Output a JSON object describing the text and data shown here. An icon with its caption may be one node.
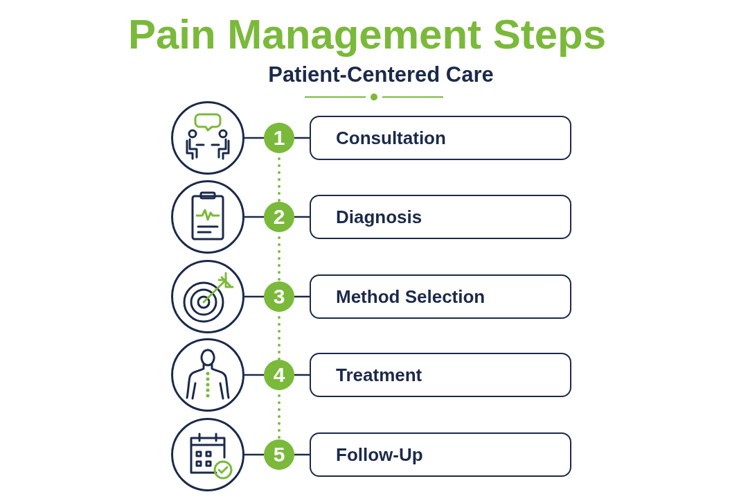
{
  "diagram": {
    "title": "Pain Management Steps",
    "nodes": [
      {
        "text": [],
        "shape": "circle"
      },
      {
        "text": [
          "1"
        ]
      },
      {
        "text": [
          "Consultation"
        ]
      },
      {
        "text": [],
        "shape": "circle"
      },
      {
        "text": [
          "2"
        ]
      },
      {
        "text": [
          "Diagnosis"
        ]
      },
      {
        "text": [],
        "shape": "circle"
      },
      {
        "text": [
          "3"
        ]
      },
      {
        "text": [
          "Method Selection"
        ]
      },
      {
        "text": [],
        "shape": "circle"
      },
      {
        "text": [
          "4"
        ]
      },
      {
        "text": [
          "Treatment"
        ]
      },
      {
        "text": [],
        "shape": "circle"
      },
      {
        "text": [
          "5"
        ]
      },
      {
        "text": [
          "Follow-Up"
        ]
      }
    ],
    "edges": [
      {
        "from": 0,
        "to": 1,
        "arrow": "none"
      },
      {
        "from": 1,
        "to": 2,
        "arrow": "none"
      },
      {
        "from": 1,
        "to": 4,
        "arrow": "none",
        "style": "dashed",
        "color": "#7ab93a"
      },
      {
        "from": 3,
        "to": 4,
        "arrow": "none"
      },
      {
        "from": 4,
        "to": 5,
        "arrow": "none"
      },
      {
        "from": 4,
        "to": 7,
        "arrow": "none",
        "style": "dashed",
        "color": "#7ab93a"
      },
      {
        "from": 6,
        "to": 7,
        "arrow": "none"
      },
      {
        "from": 7,
        "to": 8,
        "arrow": "none"
      },
      {
        "from": 7,
        "to": 10,
        "arrow": "none",
        "style": "dashed",
        "color": "#7ab93a"
      },
      {
        "from": 9,
        "to": 10,
        "arrow": "none"
      },
      {
        "from": 10,
        "to": 11,
        "arrow": "none"
      },
      {
        "from": 10,
        "to": 13,
        "arrow": "none",
        "style": "dashed",
        "color": "#7ab93a"
      },
      {
        "from": 12,
        "to": 13,
        "arrow": "none"
      },
      {
        "from": 13,
        "to": 14,
        "arrow": "none"
      }
    ],
    "labels": [
      "Patient-Centered Care"
    ]
  }
}
